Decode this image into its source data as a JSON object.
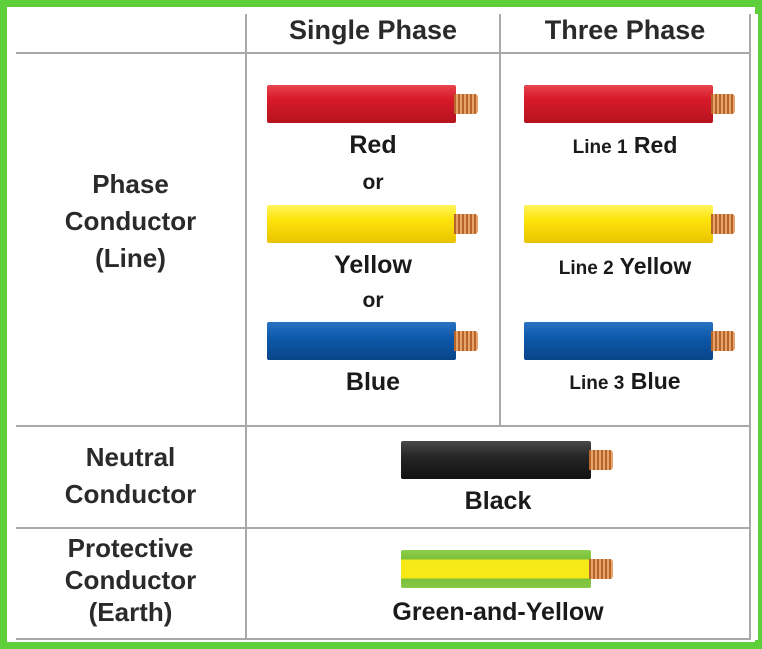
{
  "headers": {
    "single_phase": "Single Phase",
    "three_phase": "Three Phase"
  },
  "rows": {
    "phase": {
      "label_lines": [
        "Phase",
        "Conductor",
        "(Line)"
      ],
      "single_phase": {
        "wires": [
          {
            "name": "Red",
            "color": "#d91b2a"
          },
          {
            "name": "Yellow",
            "color": "#fde20a"
          },
          {
            "name": "Blue",
            "color": "#0e59ab"
          }
        ],
        "separator": "or"
      },
      "three_phase": [
        {
          "prefix": "Line 1",
          "name": "Red",
          "color": "#d91b2a"
        },
        {
          "prefix": "Line 2",
          "name": "Yellow",
          "color": "#fde20a"
        },
        {
          "prefix": "Line 3",
          "name": "Blue",
          "color": "#0e59ab"
        }
      ]
    },
    "neutral": {
      "label_lines": [
        "Neutral",
        "Conductor"
      ],
      "wire": {
        "name": "Black",
        "color": "#262626"
      }
    },
    "protective": {
      "label_lines": [
        "Protective",
        "Conductor",
        "(Earth)"
      ],
      "wire": {
        "name": "Green-and-Yellow",
        "colors": [
          "#7cc03a",
          "#f8e814"
        ]
      }
    }
  },
  "colors": {
    "frame": "#5fcf3c",
    "grid_lines": "#a8a8a8",
    "copper": "#c8783a"
  }
}
